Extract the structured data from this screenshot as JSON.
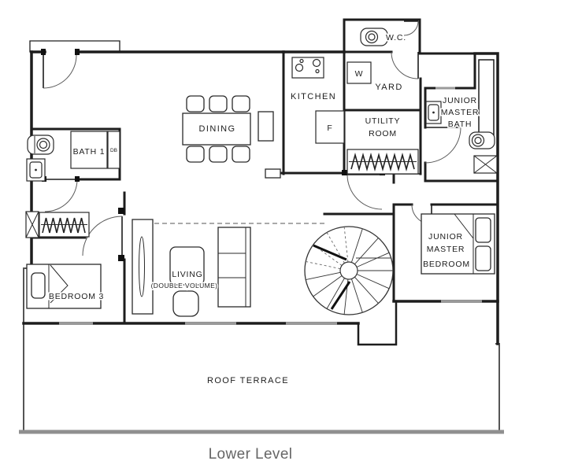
{
  "plan": {
    "caption": "Lower Level",
    "rooms": {
      "wc": "W.C.",
      "yard": "YARD",
      "kitchen": "KITCHEN",
      "dining": "DINING",
      "utility1": "UTILITY",
      "utility2": "ROOM",
      "jr_bath1": "JUNIOR",
      "jr_bath2": "MASTER",
      "jr_bath3": "BATH",
      "bath1": "BATH 1",
      "bedroom3": "BEDROOM 3",
      "living1": "LIVING",
      "living2": "(DOUBLE VOLUME)",
      "jr_bed1": "JUNIOR",
      "jr_bed2": "MASTER",
      "jr_bed3": "BEDROOM",
      "terrace": "ROOF TERRACE"
    },
    "appliances": {
      "washer": "W",
      "fridge": "F",
      "db": "DB"
    },
    "colors": {
      "wall": "#1d1d1d",
      "window": "#9a9a9a",
      "separator": "#8f8f8f",
      "caption_text": "#666666",
      "background": "#ffffff"
    }
  }
}
